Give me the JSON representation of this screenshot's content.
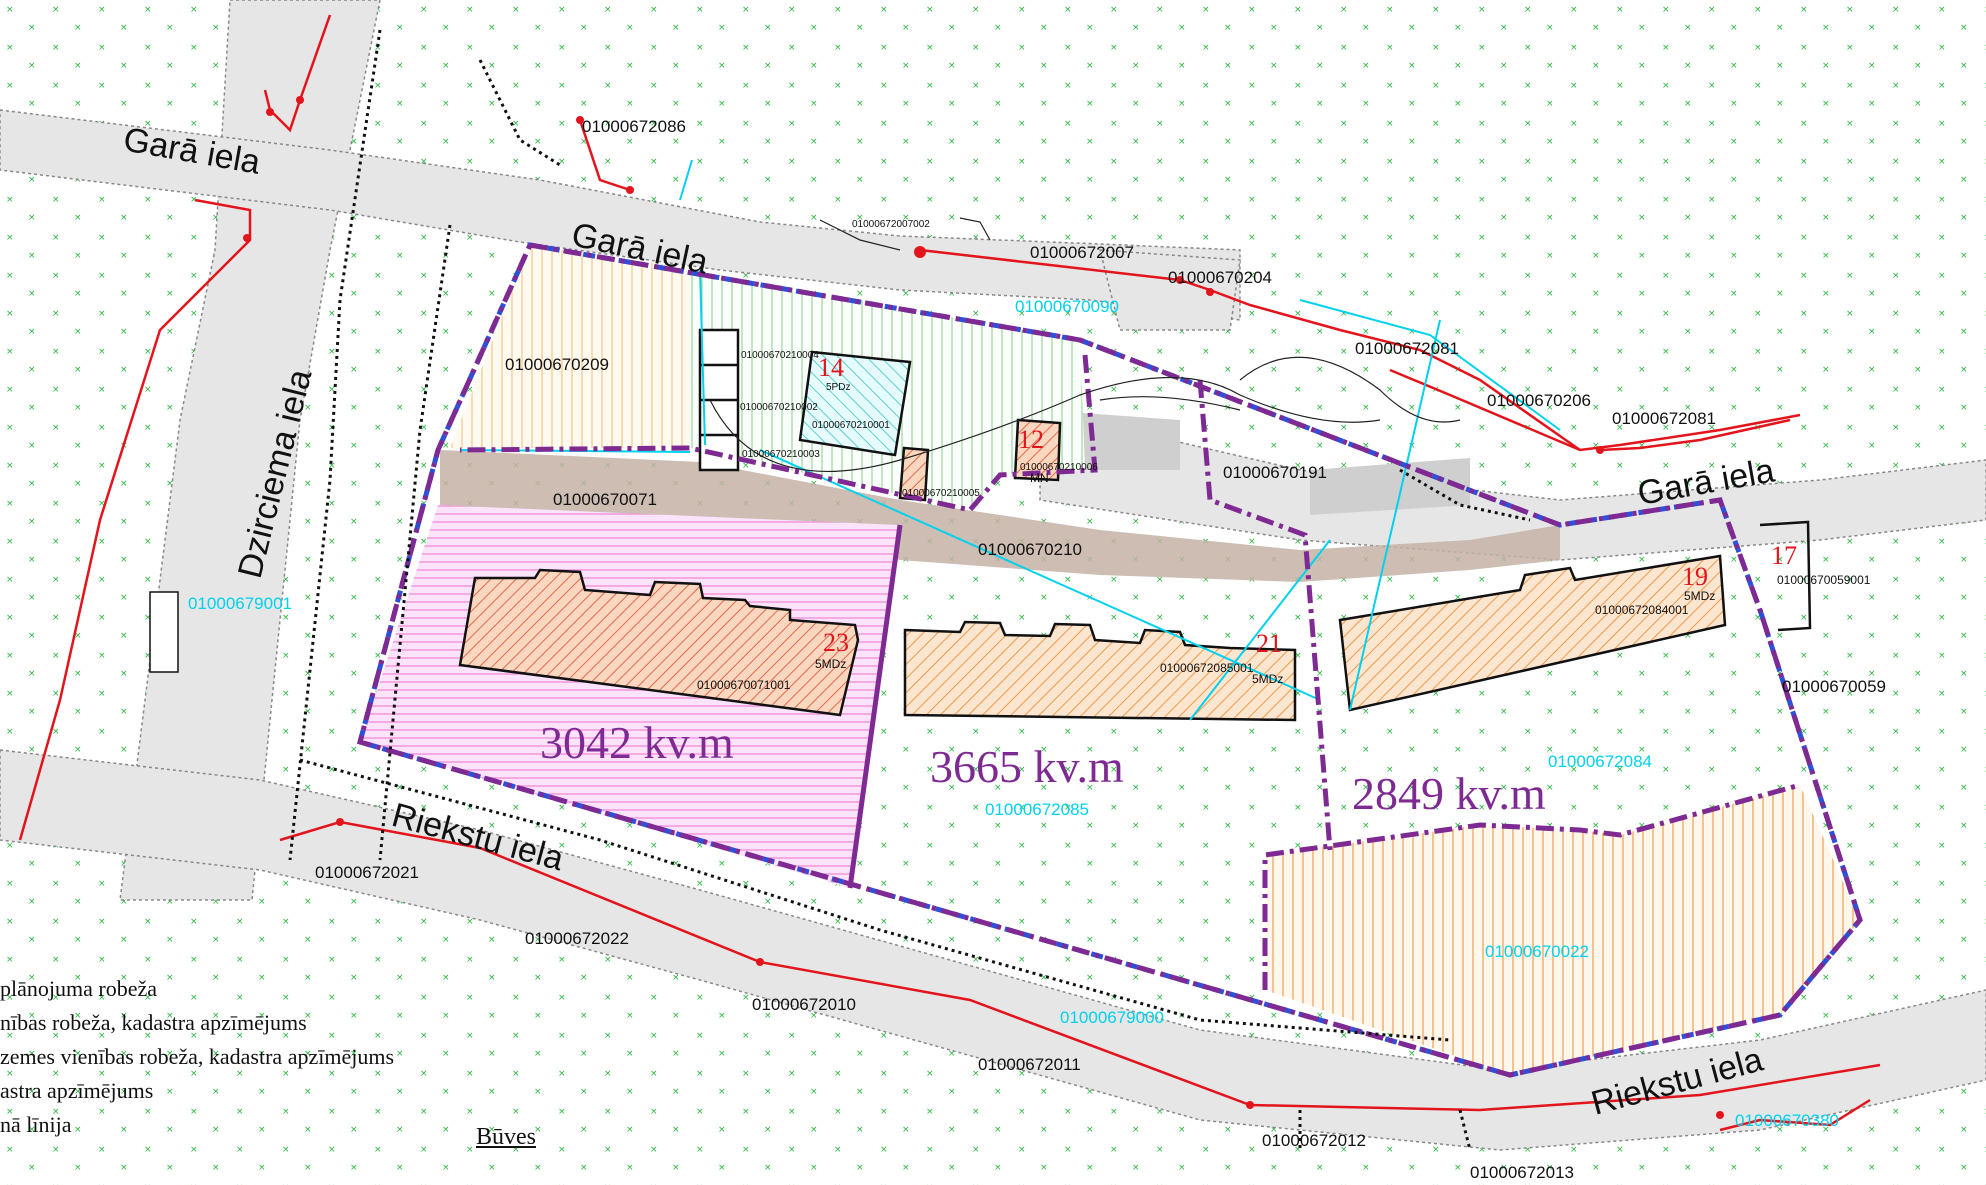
{
  "streets": {
    "gara_1": "Garā iela",
    "gara_2": "Garā iela",
    "gara_3": "Garā iela",
    "dzirciema": "Dzirciema iela",
    "riekstu_1": "Riekstu iela",
    "riekstu_2": "Riekstu iela"
  },
  "parcels_black": {
    "p1": "01000672086",
    "p2": "01000672007",
    "p3": "01000670204",
    "p4": "01000672081",
    "p5": "01000670206",
    "p6": "01000672081",
    "p7": "01000670209",
    "p8": "01000670191",
    "p9": "01000670071",
    "p10": "01000670210",
    "p11": "01000670059",
    "p12": "01000672021",
    "p13": "01000672022",
    "p14": "01000672010",
    "p15": "01000672011",
    "p16": "01000672012",
    "p17": "01000672013"
  },
  "parcels_cyan": {
    "c1": "01000670090",
    "c2": "01000679001",
    "c3": "01000672085",
    "c4": "01000672084",
    "c5": "01000670022",
    "c6": "01000679000",
    "c7": "01000670380"
  },
  "building_ids": {
    "b1": "01000672007002",
    "b2": "01000670210004",
    "b3": "01000670210002",
    "b4": "01000670210003",
    "b5": "01000670210001",
    "b6": "01000670210006",
    "b7": "01000670210005",
    "b8": "01000672085001",
    "b9": "01000672084001",
    "b10": "01000670071001",
    "b11": "01000670059001"
  },
  "building_numbers": {
    "n14": "14",
    "n12": "12",
    "n23": "23",
    "n21": "21",
    "n19": "19",
    "n17": "17"
  },
  "building_types": {
    "t23": "5MDz",
    "t21": "5MDz",
    "t19": "5MDz",
    "t12": "MN",
    "t14": "5PDz"
  },
  "areas": {
    "west": "3042 kv.m",
    "middle": "3665 kv.m",
    "east": "2849 kv.m"
  },
  "legend": {
    "line1": "plānojuma robeža",
    "line2": "nības robeža, kadastra apzīmējums",
    "line3": "zemes vienības robeža, kadastra apzīmējums",
    "line4": "astra apzīmējums",
    "line5": "nā līnija",
    "buves": "Būves"
  },
  "colors": {
    "red_line": "#e3141b",
    "cyan": "#00d2ee",
    "purple": "#7e2a92",
    "blue_dashed": "#2f4fd6",
    "road": "#e6e6e6",
    "driveway": "#c4b1a6",
    "pink_zone": "#f4a0f0",
    "orange_hatch": "#f0984a"
  }
}
